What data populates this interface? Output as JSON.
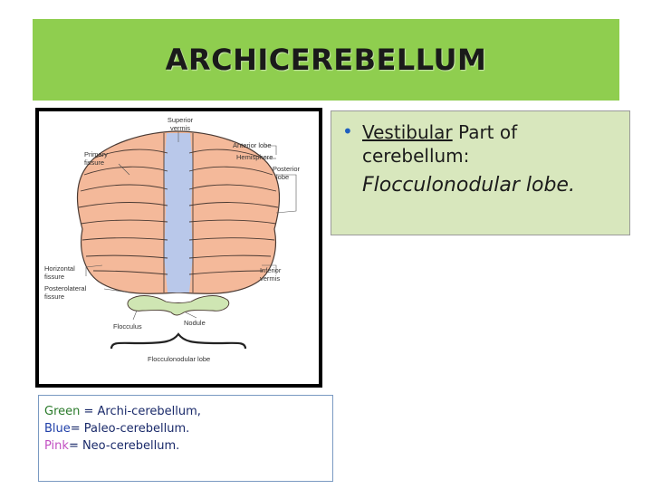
{
  "title": "ARCHICEREBELLUM",
  "bullet": {
    "underlined": "Vestibular",
    "rest": " Part of cerebellum:",
    "lobe": "Flocculonodular lobe."
  },
  "figure": {
    "labels": {
      "superior_vermis": "Superior",
      "superior_vermis_2": "vermis",
      "anterior_lobe": "Anterior lobe",
      "hemisphere": "Hemisphere",
      "primary_fissure": "Primary",
      "primary_fissure_2": "fissure",
      "posterior_lobe": "Posterior",
      "posterior_lobe_2": "lobe",
      "horizontal_fissure": "Horizontal",
      "horizontal_fissure_2": "fissure",
      "posterolateral_fissure": "Posterolateral",
      "posterolateral_fissure_2": "fissure",
      "inferior_vermis": "Inferior",
      "inferior_vermis_2": "vermis",
      "flocculus": "Flocculus",
      "nodule": "Nodule",
      "flocculonodular_lobe": "Flocculonodular lobe"
    },
    "colors": {
      "neocerebellum": "#f4b99a",
      "paleocerebellum": "#b9c8ea",
      "archicerebellum": "#cfe6b3"
    }
  },
  "legend": {
    "green_key": "Green",
    "green_rest": " = Archi-cerebellum,",
    "blue_key": "Blue",
    "blue_rest": "= Paleo-cerebellum.",
    "pink_key": "Pink",
    "pink_rest": "= Neo-cerebellum."
  }
}
